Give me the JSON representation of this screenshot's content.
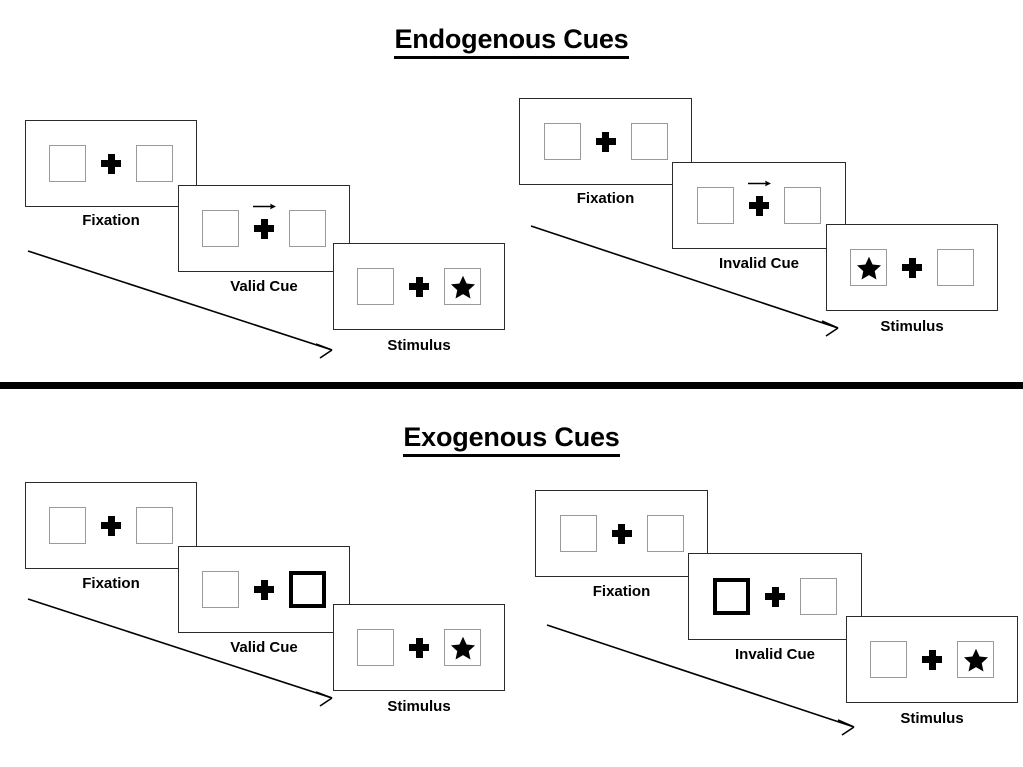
{
  "sections": [
    {
      "id": "endogenous",
      "title": "Endogenous Cues",
      "conditions": [
        {
          "id": "endogenous-valid",
          "name": "valid",
          "frames": [
            {
              "label": "Fixation",
              "cue": "none",
              "target": "none",
              "arrow": false
            },
            {
              "label": "Valid Cue",
              "cue": "arrow-right",
              "target": "none",
              "arrow": true
            },
            {
              "label": "Stimulus",
              "cue": "none",
              "target": "right",
              "arrow": false
            }
          ]
        },
        {
          "id": "endogenous-invalid",
          "name": "invalid",
          "frames": [
            {
              "label": "Fixation",
              "cue": "none",
              "target": "none",
              "arrow": false
            },
            {
              "label": "Invalid Cue",
              "cue": "arrow-right",
              "target": "none",
              "arrow": true
            },
            {
              "label": "Stimulus",
              "cue": "none",
              "target": "left",
              "arrow": false
            }
          ]
        }
      ]
    },
    {
      "id": "exogenous",
      "title": "Exogenous Cues",
      "conditions": [
        {
          "id": "exogenous-valid",
          "name": "valid",
          "frames": [
            {
              "label": "Fixation",
              "cue": "none",
              "target": "none",
              "arrow": false
            },
            {
              "label": "Valid Cue",
              "cue": "box-right",
              "target": "none",
              "arrow": false
            },
            {
              "label": "Stimulus",
              "cue": "none",
              "target": "right",
              "arrow": false
            }
          ]
        },
        {
          "id": "exogenous-invalid",
          "name": "invalid",
          "frames": [
            {
              "label": "Fixation",
              "cue": "none",
              "target": "none",
              "arrow": false
            },
            {
              "label": "Invalid Cue",
              "cue": "box-left",
              "target": "none",
              "arrow": false
            },
            {
              "label": "Stimulus",
              "cue": "none",
              "target": "right",
              "arrow": false
            }
          ]
        }
      ]
    }
  ],
  "labels": {
    "fixation": "Fixation",
    "valid_cue": "Valid Cue",
    "invalid_cue": "Invalid Cue",
    "stimulus": "Stimulus"
  },
  "icons": {
    "fixation_cross": "plus-icon",
    "cue_arrow": "arrow-right-icon",
    "target": "star-icon",
    "time_flow": "time-flow-arrow-icon"
  },
  "colors": {
    "ink": "#000000",
    "panel_border": "#2b2b2b",
    "box_border": "#9a9a9a",
    "cued_box_border": "#000000",
    "background": "#ffffff"
  }
}
